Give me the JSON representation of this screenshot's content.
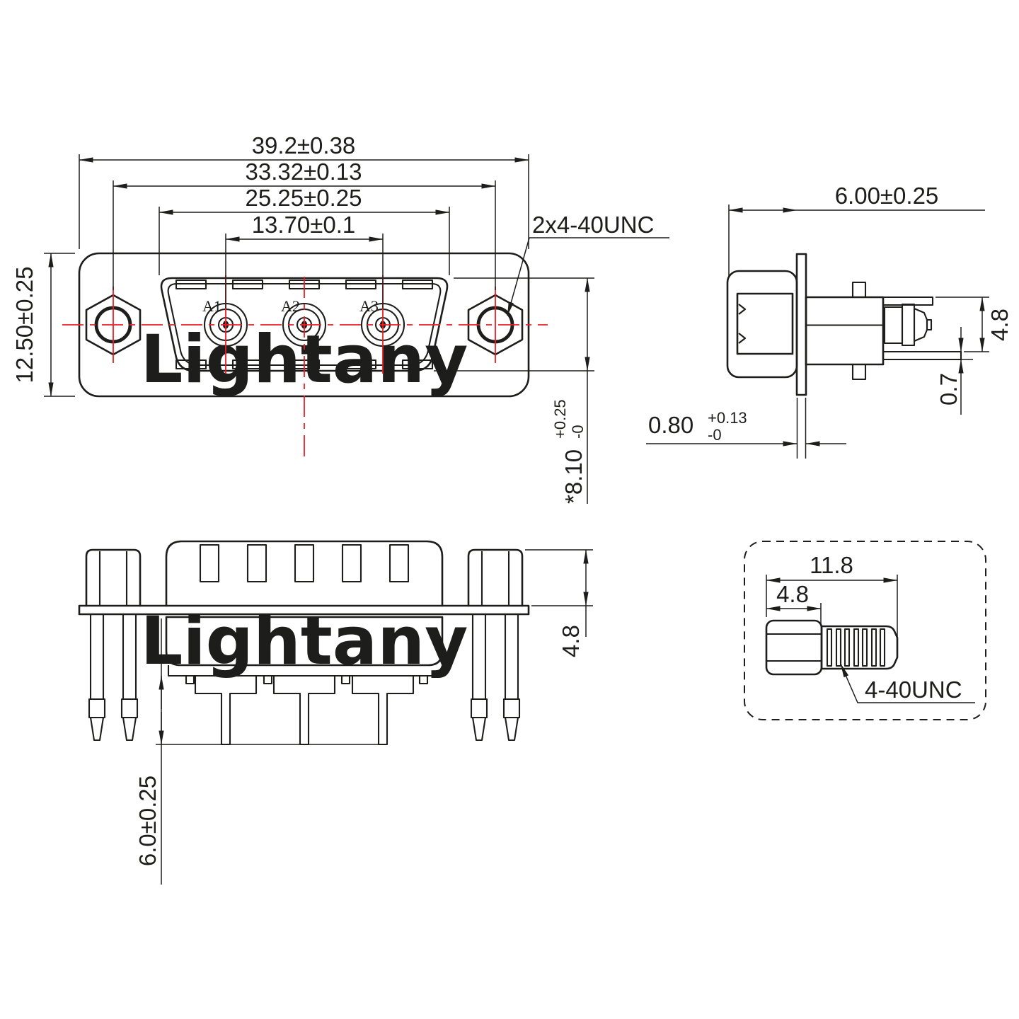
{
  "watermark": {
    "text": "Lightany"
  },
  "front_view": {
    "dim_overall_width": "39.2±0.38",
    "dim_mount_hole_spacing": "33.32±0.13",
    "dim_shell_width": "25.25±0.25",
    "dim_contact_spacing": "13.70±0.1",
    "dim_body_height": "12.50±0.25",
    "dim_shell_height": {
      "value": "*8.10",
      "tol_plus": "+0.25",
      "tol_minus": "-0"
    },
    "thread_callout": "2x4-40UNC",
    "contacts": [
      "A1",
      "A2",
      "A3"
    ]
  },
  "side_view": {
    "dim_depth": "6.00±0.25",
    "dim_flange_thickness": {
      "value": "0.80",
      "tol_plus": "+0.13",
      "tol_minus": "-0"
    },
    "dim_terminal_span": "4.8",
    "dim_terminal_thickness": "0.7"
  },
  "bottom_view": {
    "dim_standoff_height": "4.8",
    "dim_pin_protrusion": "6.0±0.25"
  },
  "screw_detail": {
    "dim_overall_length": "11.8",
    "dim_head_length": "4.8",
    "thread_label": "4-40UNC"
  },
  "colors": {
    "line": "#1d1d1b",
    "centerline": "#ee1c25",
    "contact_label": "#cc1122",
    "watermark": "rgba(231,60,70,0.20)"
  }
}
